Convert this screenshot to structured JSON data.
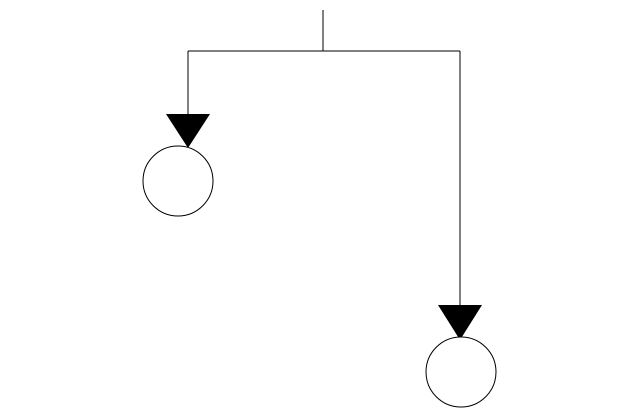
{
  "diagram": {
    "colors": {
      "stroke": "#000000",
      "arrowhead": "#000000",
      "node_fill": "#ffffff",
      "background": "#ffffff"
    },
    "nodes": [
      {
        "id": "left-node",
        "shape": "circle",
        "label": ""
      },
      {
        "id": "right-node",
        "shape": "circle",
        "label": ""
      }
    ],
    "edges": [
      {
        "from": "top-input",
        "to": "left-node",
        "arrow": "filled-triangle"
      },
      {
        "from": "top-input",
        "to": "right-node",
        "arrow": "filled-triangle"
      }
    ]
  }
}
